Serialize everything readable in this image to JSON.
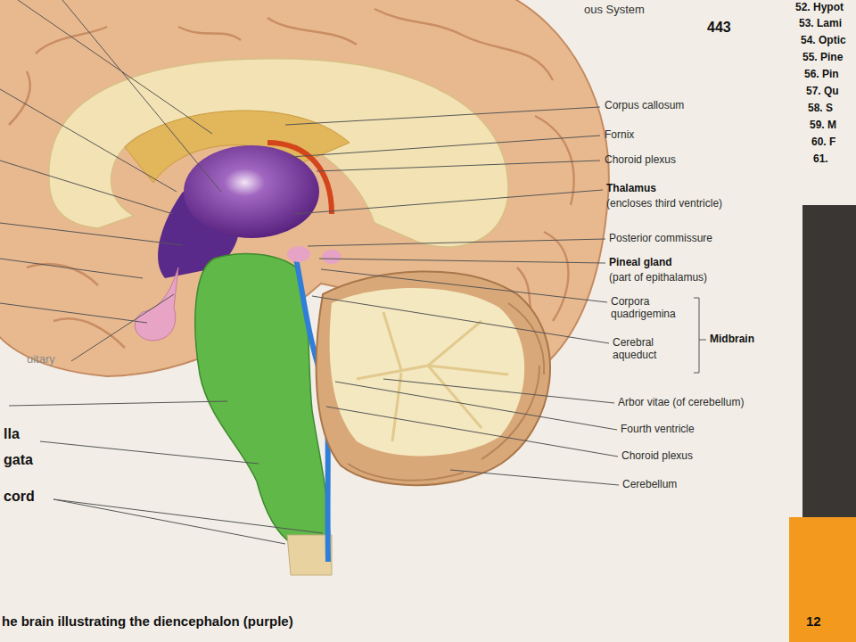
{
  "diagram": {
    "caption": "he brain illustrating the diencephalon (purple)",
    "labels": [
      "ous System",
      "443",
      "52. Hypot",
      "53. Lami",
      "54. Optic",
      "55. Pine",
      "56. Pin",
      "57. Qu",
      "58. S",
      "59. M",
      "60. F",
      "61.",
      "Corpus callosum",
      "Fornix",
      "Choroid plexus",
      "Thalamus",
      "(encloses third ventricle)",
      "Posterior commissure",
      "Pineal gland",
      "(part of epithalamus)",
      "Corpora quadrigemina",
      "Cerebral aqueduct",
      "Midbrain",
      "Arbor vitae (of cerebellum)",
      "Fourth ventricle",
      "Choroid plexus",
      "Cerebellum",
      "uitary",
      "lla",
      "gata",
      "cord",
      "12"
    ]
  }
}
